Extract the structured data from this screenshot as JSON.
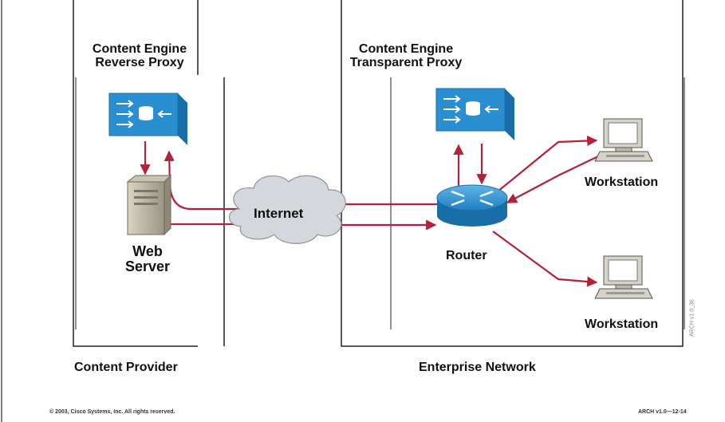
{
  "provider": {
    "title_line1": "Content Engine",
    "title_line2": "Reverse Proxy",
    "server_line1": "Web",
    "server_line2": "Server",
    "caption": "Content Provider"
  },
  "enterprise": {
    "title_line1": "Content Engine",
    "title_line2": "Transparent Proxy",
    "router_label": "Router",
    "workstation1_label": "Workstation",
    "workstation2_label": "Workstation",
    "caption": "Enterprise Network"
  },
  "internet_label": "Internet",
  "side_code": "ARCH v1.0_36",
  "footer": {
    "copyright": "© 2003, Cisco Systems, Inc. All rights reserved.",
    "slide_id": "ARCH v1.0—12-14"
  },
  "colors": {
    "link": "#b3213a",
    "device_blue": "#2a8fd0",
    "device_blue_dark": "#1a6ea8",
    "cloud": "#d4d8dc"
  }
}
